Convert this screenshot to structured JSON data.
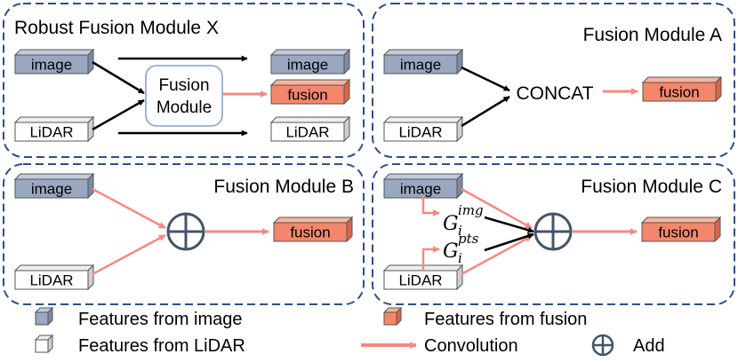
{
  "colors": {
    "image": "#9aa7c0",
    "image_top": "#c2cbdc",
    "image_side": "#7e8ba3",
    "fusion": "#f4876b",
    "fusion_top": "#f8b39f",
    "fusion_side": "#d9664a",
    "lidar": "#ffffff",
    "lidar_top": "#eeeeee",
    "lidar_side": "#cfcfcf",
    "conv_arrow": "#f28b82",
    "black_arrow": "#000000",
    "panel_border": "#2f4f86",
    "fusion_box_border": "#8aa1c4"
  },
  "panels": {
    "x": {
      "title": "Robust Fusion Module X",
      "module_label_line1": "Fusion",
      "module_label_line2": "Module"
    },
    "a": {
      "title": "Fusion Module A",
      "concat": "CONCAT"
    },
    "b": {
      "title": "Fusion Module B"
    },
    "c": {
      "title": "Fusion Module C",
      "gate_img": {
        "base": "G",
        "sub": "i",
        "sup": "img"
      },
      "gate_pts": {
        "base": "G",
        "sub": "i",
        "sup": "pts"
      }
    }
  },
  "labels": {
    "image": "image",
    "lidar": "LiDAR",
    "fusion": "fusion"
  },
  "legend": {
    "image_features": "Features from image",
    "lidar_features": "Features from LiDAR",
    "fusion_features": "Features from fusion",
    "convolution": "Convolution",
    "add": "Add"
  }
}
